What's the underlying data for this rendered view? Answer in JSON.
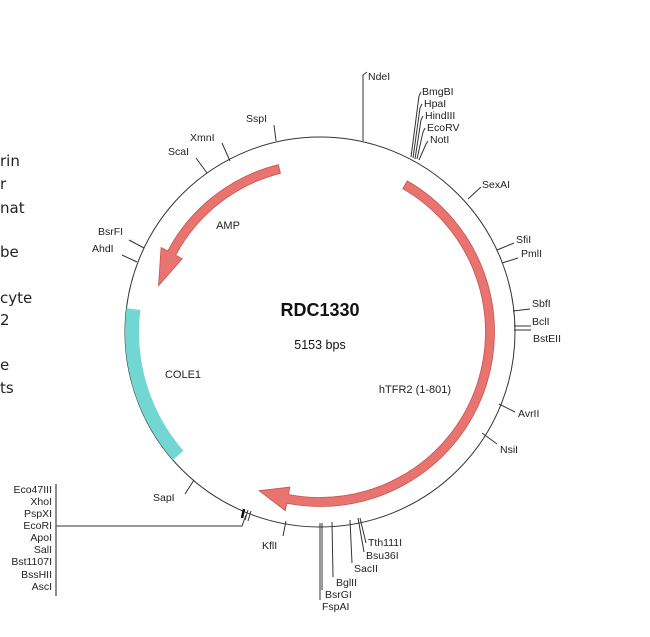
{
  "side_text": [
    "rin",
    "r",
    "nat",
    "be",
    "cyte",
    "2",
    "e",
    "ts"
  ],
  "plasmid": {
    "name": "RDC1330",
    "size": "5153 bps"
  },
  "features": {
    "htfr2": "hTFR2 (1-801)",
    "amp": "AMP",
    "cole1": "COLE1"
  },
  "colors": {
    "arrow": "#e8736f",
    "arrow_stroke": "#c85450",
    "cole1": "#72d6d2",
    "backbone": "#333333"
  },
  "sites": {
    "ndei": "NdeI",
    "bmgbi": "BmgBI",
    "hpai": "HpaI",
    "hindiii": "HindIII",
    "ecorv": "EcoRV",
    "noti": "NotI",
    "sexai": "SexAI",
    "sfii": "SfiI",
    "pmli": "PmlI",
    "sbfi": "SbfI",
    "bcli": "BclI",
    "bsteii": "BstEII",
    "avrii": "AvrII",
    "nsii": "NsiI",
    "tth111i": "Tth111I",
    "bsu36i": "Bsu36I",
    "sacii": "SacII",
    "bglii": "BglII",
    "bsrgi": "BsrGI",
    "fspai": "FspAI",
    "kfli": "KflI",
    "sapi": "SapI",
    "ahdi": "AhdI",
    "bsrfi": "BsrFI",
    "scai": "ScaI",
    "xmni": "XmnI",
    "sspi": "SspI",
    "cluster": [
      "Eco47III",
      "XhoI",
      "PspXI",
      "EcoRI",
      "ApoI",
      "SalI",
      "Bst1107I",
      "BssHII",
      "AscI"
    ]
  }
}
